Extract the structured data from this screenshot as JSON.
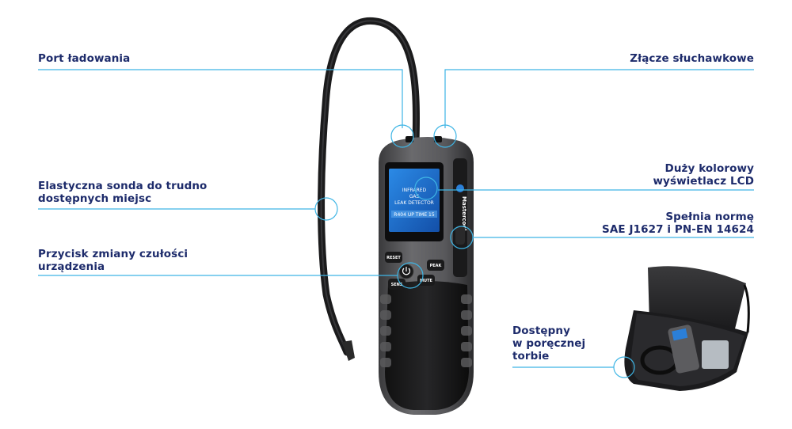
{
  "callouts": {
    "charging_port": [
      "Port ładowania"
    ],
    "headphone_jack": [
      "Złącze słuchawkowe"
    ],
    "flexible_probe": [
      "Elastyczna sonda do trudno",
      "dostępnych miejsc"
    ],
    "lcd_display": [
      "Duży kolorowy",
      "wyświetlacz LCD"
    ],
    "standard": [
      "Spełnia normę",
      "SAE J1627 i  PN-EN 14624"
    ],
    "sensitivity_button": [
      "Przycisk zmiany czułości",
      "urządzenia"
    ],
    "carry_bag": [
      "Dostępny",
      "w poręcznej",
      "torbie"
    ]
  },
  "device": {
    "brand": "Mastercool",
    "screen_lines": [
      "INFRARED",
      "GAS",
      "LEAK DETECTOR"
    ],
    "screen_status": "R404 UP TIME 15",
    "buttons": {
      "reset": "RESET",
      "peak": "PEAK",
      "sens": "SENS",
      "mute": "MUTE"
    }
  },
  "colors": {
    "accent_line": "#3eb5e5",
    "label_text": "#1d2b6b",
    "screen_blue": "#1e6fd1"
  }
}
